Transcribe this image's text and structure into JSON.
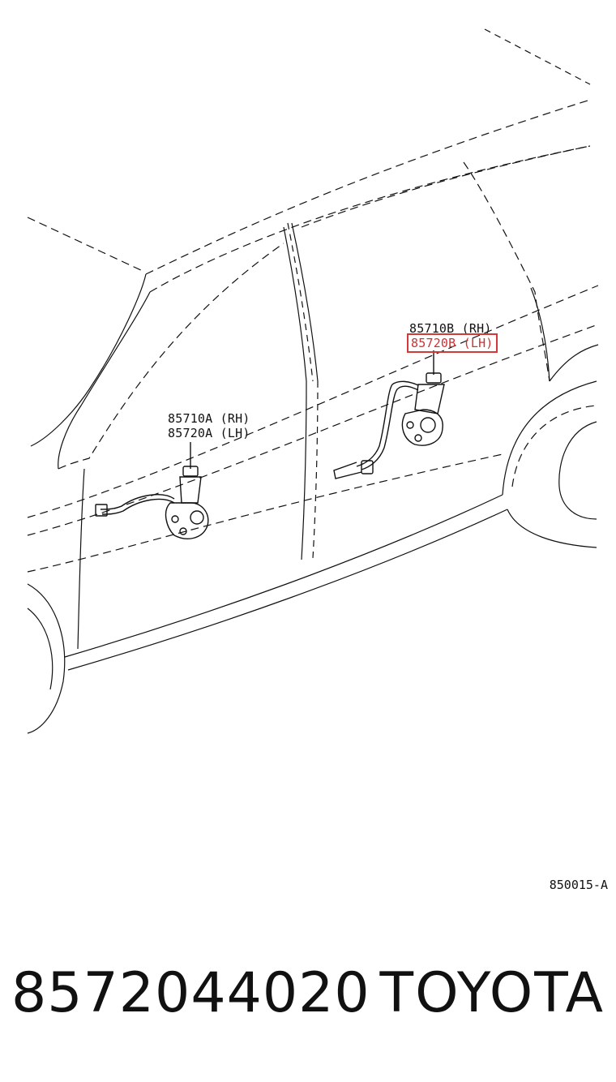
{
  "callouts": {
    "front_rh": "85710A (RH)",
    "front_lh": "85720A (LH)",
    "rear_rh": "85710B (RH)",
    "rear_lh": "85720B (LH)"
  },
  "diagram_code": "850015-A",
  "footer": {
    "part_number": "8572044020",
    "brand": "TOYOTA"
  },
  "colors": {
    "highlight": "#d23a3a",
    "line": "#111111"
  }
}
